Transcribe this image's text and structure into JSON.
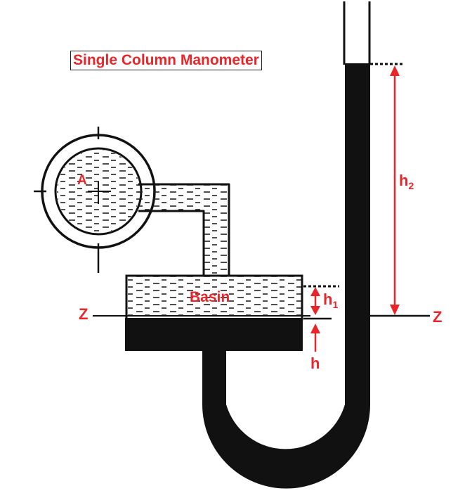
{
  "title": "Single Column Manometer",
  "labels": {
    "pipe": "A",
    "basin": "Basin",
    "datum_left": "Z",
    "datum_right": "Z",
    "h": "h",
    "h1_main": "h",
    "h1_sub": "1",
    "h2_main": "h",
    "h2_sub": "2"
  },
  "colors": {
    "annotation": "#e8262a",
    "ink": "#111111"
  }
}
